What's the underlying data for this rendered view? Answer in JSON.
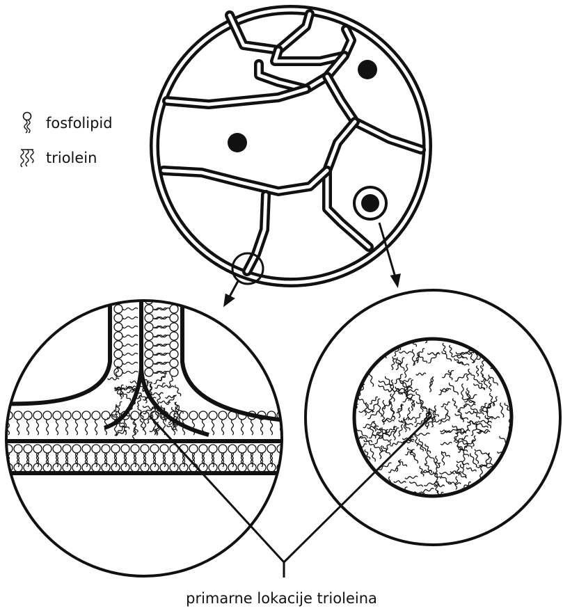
{
  "legend": {
    "items": [
      {
        "label": "fosfolipid",
        "icon": "phospholipid-icon"
      },
      {
        "label": "triolein",
        "icon": "triolein-icon"
      }
    ]
  },
  "caption": "primarne lokacije trioleina",
  "colors": {
    "ink": "#111111",
    "background": "#ffffff"
  }
}
